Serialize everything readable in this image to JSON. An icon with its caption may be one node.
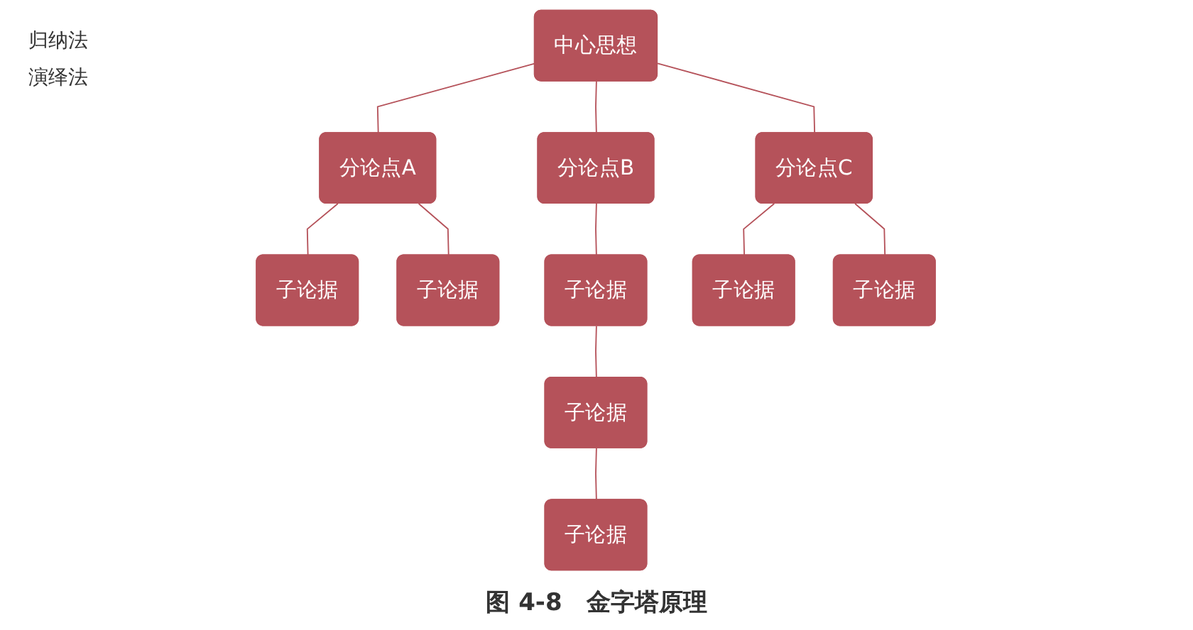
{
  "diagram": {
    "caption": "图 4-8　金字塔原理",
    "nodes": [
      {
        "text": [
          "中心思想"
        ]
      },
      {
        "text": [
          "分论点A"
        ]
      },
      {
        "text": [
          "分论点B"
        ]
      },
      {
        "text": [
          "分论点C"
        ]
      },
      {
        "text": [
          "子论据"
        ]
      },
      {
        "text": [
          "子论据"
        ]
      },
      {
        "text": [
          "子论据"
        ]
      },
      {
        "text": [
          "子论据"
        ]
      },
      {
        "text": [
          "子论据"
        ]
      },
      {
        "text": [
          "子论据"
        ]
      },
      {
        "text": [
          "子论据"
        ]
      }
    ],
    "edges": [
      {
        "from": 0,
        "to": 1,
        "arrow": "none"
      },
      {
        "from": 0,
        "to": 2,
        "arrow": "none"
      },
      {
        "from": 0,
        "to": 3,
        "arrow": "none"
      },
      {
        "from": 1,
        "to": 4,
        "arrow": "none"
      },
      {
        "from": 1,
        "to": 5,
        "arrow": "none"
      },
      {
        "from": 2,
        "to": 8,
        "arrow": "none"
      },
      {
        "from": 7,
        "to": 6,
        "arrow": "none"
      },
      {
        "from": 8,
        "to": 7,
        "arrow": "none"
      },
      {
        "from": 3,
        "to": 9,
        "arrow": "none"
      },
      {
        "from": 3,
        "to": 10,
        "arrow": "none"
      }
    ],
    "labels": [
      "归纳法",
      "演绎法"
    ]
  }
}
